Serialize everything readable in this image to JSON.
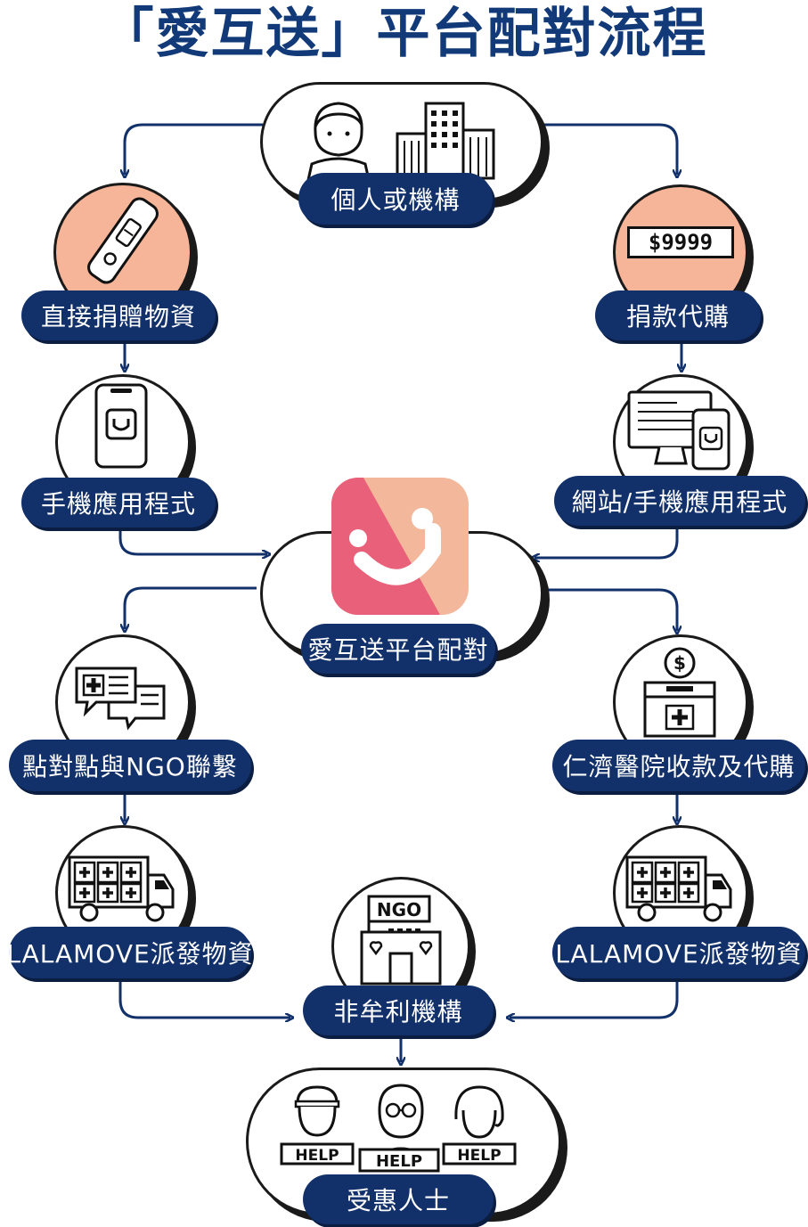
{
  "title": "「愛互送」平台配對流程",
  "nodes": {
    "source": "個人或機構",
    "direct_donation": "直接捐贈物資",
    "donate_purchase": "捐款代購",
    "mobile_app": "手機應用程式",
    "web_mobile_app": "網站/手機應用程式",
    "platform_match": "愛互送平台配對",
    "p2p_ngo": "點對點與NGO聯繫",
    "hospital": "仁濟醫院收款及代購",
    "lalamove_left": "LALAMOVE派發物資",
    "lalamove_right": "LALAMOVE派發物資",
    "ngo": "非牟利機構",
    "beneficiaries": "受惠人士"
  },
  "icon_text": {
    "price": "$9999",
    "coin": "$",
    "ngo_sign": "NGO",
    "help": "HELP"
  },
  "colors": {
    "navy": "#12306a",
    "title_blue": "#123a78",
    "peach": "#f6b598",
    "logo_pink": "#e8607a",
    "logo_peach": "#f3b79b"
  }
}
